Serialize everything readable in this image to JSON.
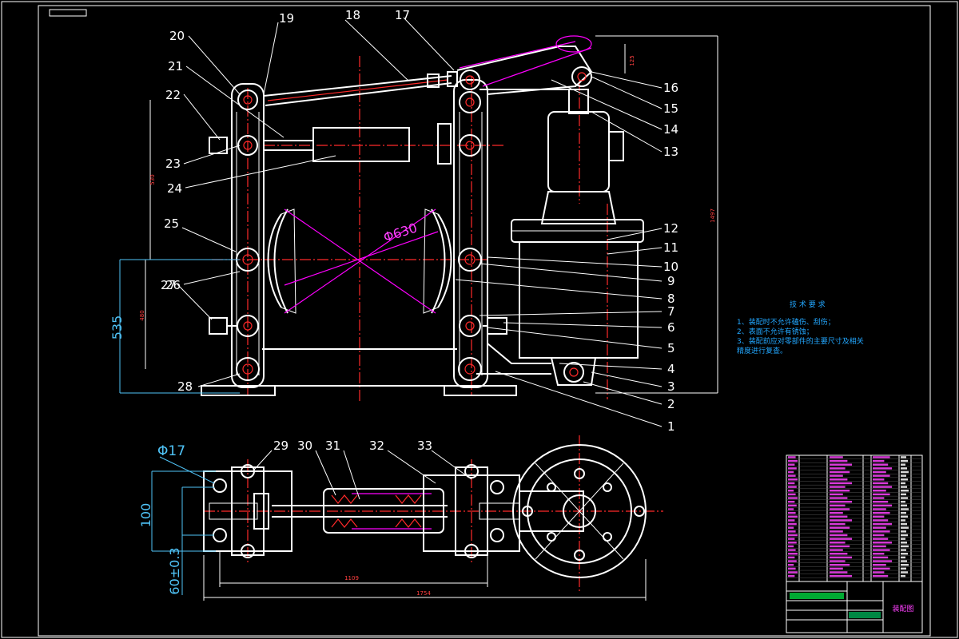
{
  "drawing": {
    "part_numbers": [
      "1",
      "2",
      "3",
      "4",
      "5",
      "6",
      "7",
      "8",
      "9",
      "10",
      "11",
      "12",
      "13",
      "14",
      "15",
      "16",
      "17",
      "18",
      "19",
      "20",
      "21",
      "22",
      "23",
      "24",
      "25",
      "26",
      "27",
      "28",
      "29",
      "30",
      "31",
      "32",
      "33"
    ],
    "dimensions": {
      "shoe_diameter": "Φ630",
      "pin_diameter": "Φ17",
      "width_100": "100",
      "spacing_60": "60±0.3",
      "height_535": "535",
      "height_480": "480",
      "height_530": "530",
      "overall_height": "1497",
      "small_125": "125",
      "length_1109": "1109",
      "length_1754": "1754"
    },
    "technical_requirements": {
      "title": "技 术 要 求",
      "items": [
        "1、装配时不允许磕伤、刮伤；",
        "2、表面不允许有锈蚀；",
        "3、装配前应对零部件的主要尺寸及相关",
        "精度进行复查。"
      ]
    },
    "title_block": {
      "drawing_name": "装配图"
    },
    "colors": {
      "background": "#000000",
      "outline": "#ffffff",
      "centerline": "#ff2a2a",
      "construction": "#ff00ff",
      "dimension": "#4fc3f7",
      "text_blue": "#22a7ff"
    }
  }
}
